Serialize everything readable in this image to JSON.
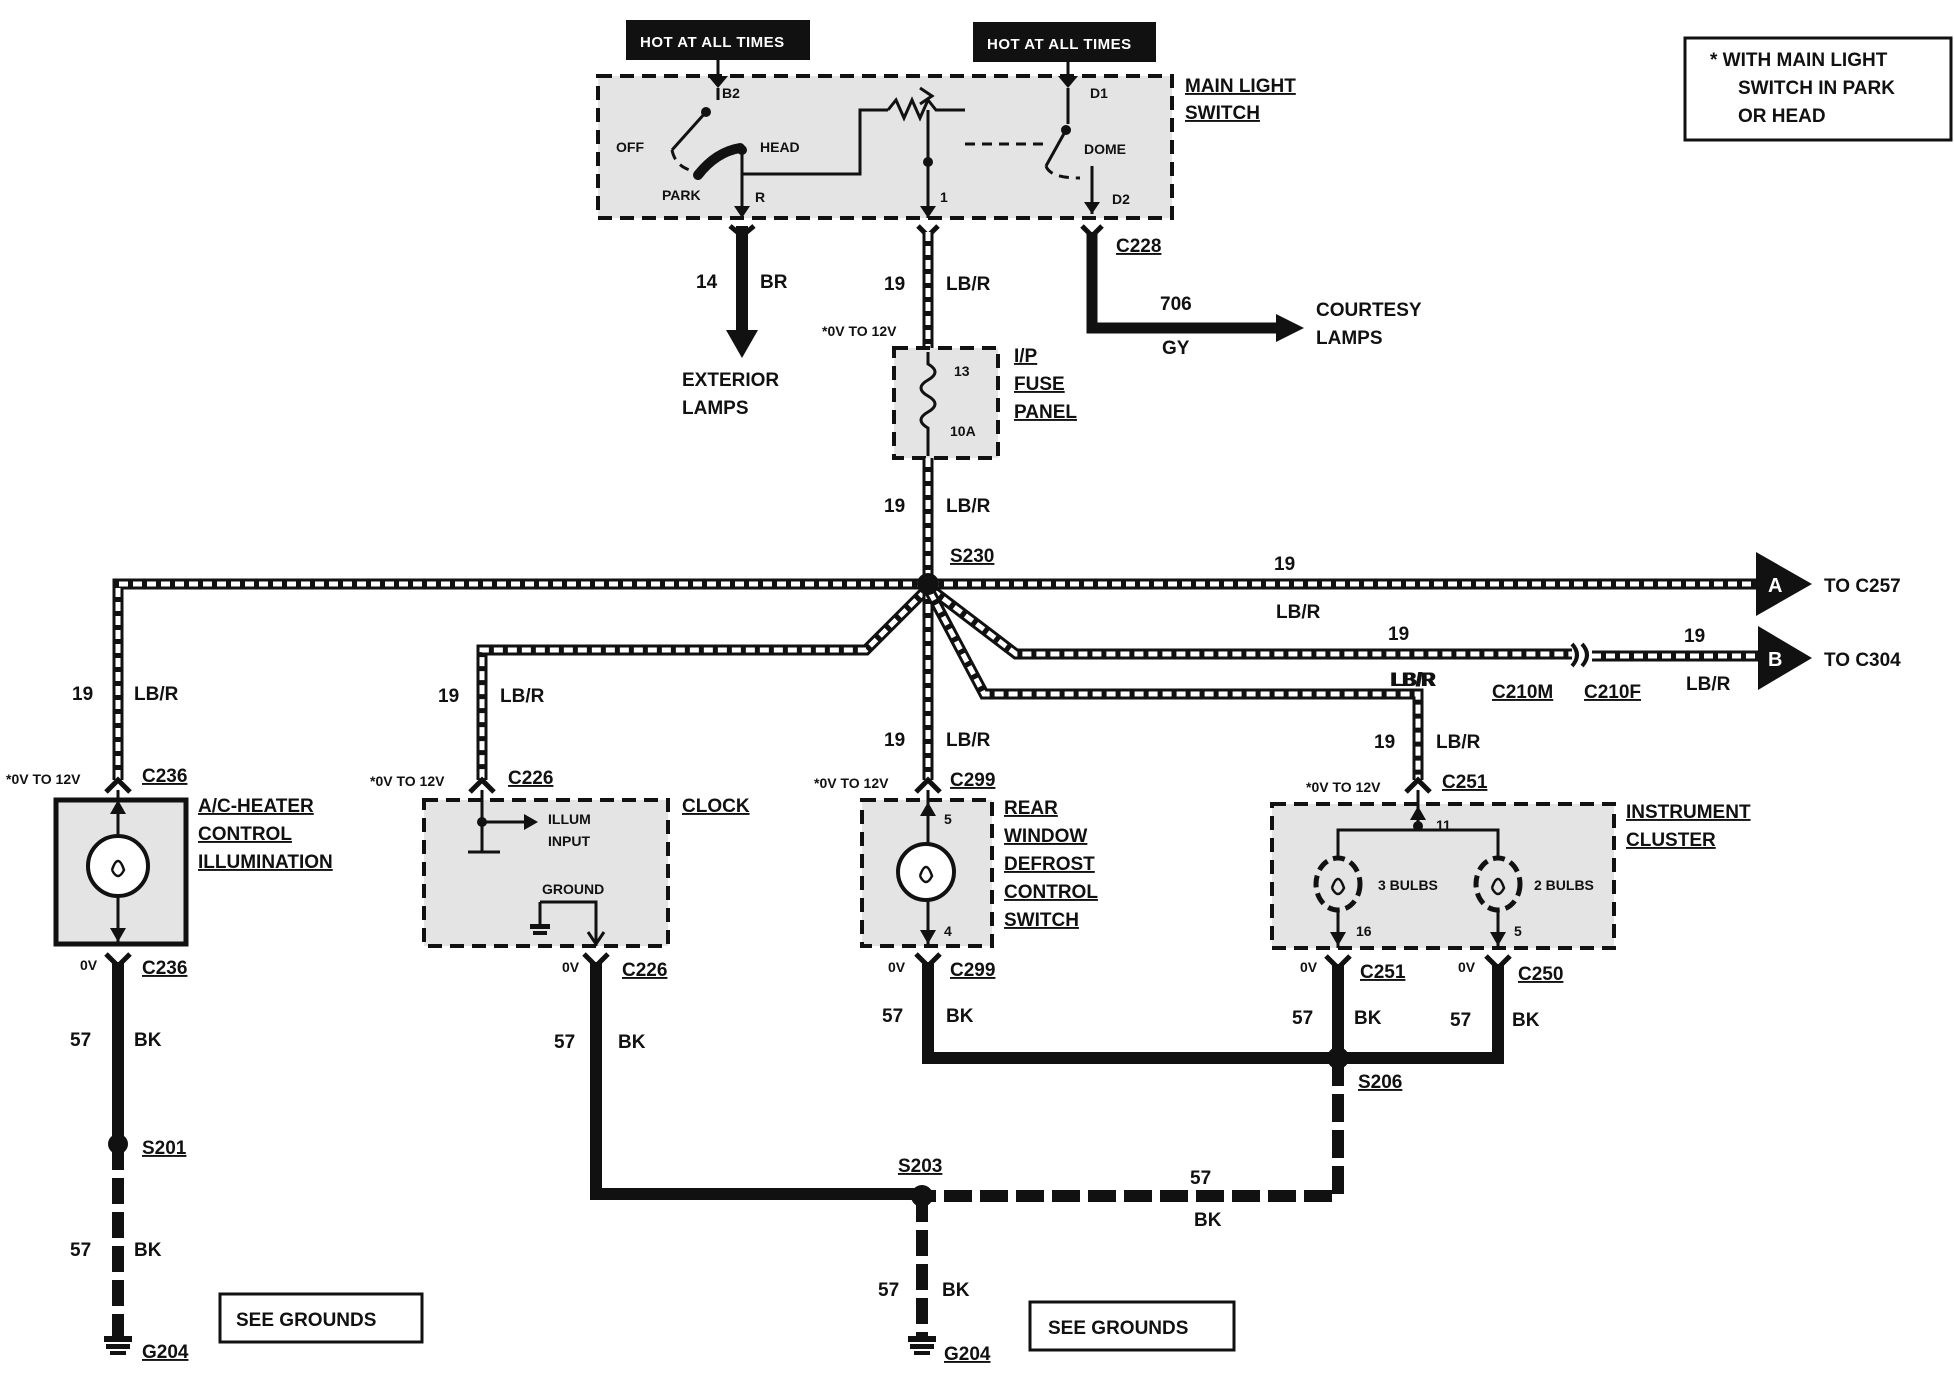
{
  "header": {
    "hot_left": "HOT AT ALL TIMES",
    "hot_right": "HOT AT ALL TIMES"
  },
  "note": {
    "line1": "*  WITH MAIN LIGHT",
    "line2": "SWITCH IN PARK",
    "line3": "OR HEAD"
  },
  "main_light_switch": {
    "title1": "MAIN LIGHT",
    "title2": "SWITCH",
    "b2": "B2",
    "off": "OFF",
    "head": "HEAD",
    "park": "PARK",
    "r": "R",
    "d1": "D1",
    "dome": "DOME",
    "d2": "D2",
    "pin1": "1",
    "connector": "C228"
  },
  "wires": {
    "exterior_circuit": "14",
    "exterior_color": "BR",
    "exterior_label1": "EXTERIOR",
    "exterior_label2": "LAMPS",
    "courtesy_circuit": "706",
    "courtesy_color": "GY",
    "courtesy_label1": "COURTESY",
    "courtesy_label2": "LAMPS",
    "feed_circuit": "19",
    "feed_color": "LB/R",
    "feed_voltage": "*0V TO 12V",
    "feed2_circuit": "19",
    "feed2_color": "LB/R",
    "splice_main": "S230"
  },
  "fuse_panel": {
    "title1": "I/P",
    "title2": "FUSE",
    "title3": "PANEL",
    "fuse_no": "13",
    "rating": "10A"
  },
  "outputs": {
    "a_circuit": "19",
    "a_color": "LB/R",
    "a_letter": "A",
    "a_dest": "TO C257",
    "b_circuit_left": "19",
    "b_color_left": "LB/R",
    "b_circuit_right": "19",
    "b_color_right": "LB/R",
    "b_conn_m": "C210M",
    "b_conn_f": "C210F",
    "b_letter": "B",
    "b_dest": "TO C304"
  },
  "ac_heater": {
    "circuit": "19",
    "color": "LB/R",
    "voltage": "*0V TO 12V",
    "conn_top": "C236",
    "title1": "A/C-HEATER",
    "title2": "CONTROL",
    "title3": "ILLUMINATION",
    "gnd_v": "0V",
    "conn_bot": "C236",
    "gnd_circuit": "57",
    "gnd_color": "BK",
    "splice": "S201",
    "gnd_circuit2": "57",
    "gnd_color2": "BK",
    "ground": "G204",
    "see_grounds": "SEE GROUNDS"
  },
  "clock": {
    "circuit": "19",
    "color": "LB/R",
    "voltage": "*0V TO 12V",
    "conn_top": "C226",
    "title": "CLOCK",
    "illum1": "ILLUM",
    "illum2": "INPUT",
    "ground_lbl": "GROUND",
    "gnd_v": "0V",
    "conn_bot": "C226",
    "gnd_circuit": "57",
    "gnd_color": "BK"
  },
  "rear_defrost": {
    "circuit": "19",
    "color": "LB/R",
    "voltage": "*0V TO 12V",
    "conn_top": "C299",
    "pin_top": "5",
    "pin_bot": "4",
    "title1": "REAR",
    "title2": "WINDOW",
    "title3": "DEFROST",
    "title4": "CONTROL",
    "title5": "SWITCH",
    "gnd_v": "0V",
    "conn_bot": "C299",
    "gnd_circuit": "57",
    "gnd_color": "BK"
  },
  "cluster": {
    "circuit": "19",
    "color": "LB/R",
    "lbr_upper": "LB/R",
    "voltage": "*0V TO 12V",
    "conn_top": "C251",
    "pin_top": "11",
    "title1": "INSTRUMENT",
    "title2": "CLUSTER",
    "bulbs3": "3 BULBS",
    "bulbs2": "2 BULBS",
    "pin16": "16",
    "pin5": "5",
    "gnd_v1": "0V",
    "conn_bot1": "C251",
    "gnd_v2": "0V",
    "conn_bot2": "C250",
    "gnd_circuit1": "57",
    "gnd_color1": "BK",
    "gnd_circuit2": "57",
    "gnd_color2": "BK",
    "splice": "S206"
  },
  "ground_bus": {
    "splice": "S203",
    "bus_circuit": "57",
    "bus_color": "BK",
    "drop_circuit": "57",
    "drop_color": "BK",
    "ground": "G204",
    "see_grounds": "SEE GROUNDS"
  }
}
